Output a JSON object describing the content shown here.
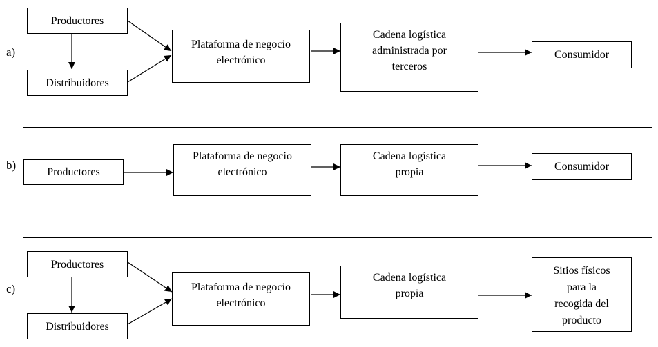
{
  "panel_a": {
    "label": "a)",
    "producers": "Productores",
    "distributors": "Distribuidores",
    "platform": [
      "Plataforma de negocio",
      "electrónico"
    ],
    "logistics": [
      "Cadena logística",
      "administrada por",
      "terceros"
    ],
    "destination": "Consumidor"
  },
  "panel_b": {
    "label": "b)",
    "producers": "Productores",
    "platform": [
      "Plataforma de negocio",
      "electrónico"
    ],
    "logistics": [
      "Cadena logística",
      "propia"
    ],
    "destination": "Consumidor"
  },
  "panel_c": {
    "label": "c)",
    "producers": "Productores",
    "distributors": "Distribuidores",
    "platform": [
      "Plataforma de negocio",
      "electrónico"
    ],
    "logistics": [
      "Cadena logística",
      "propia"
    ],
    "destination": [
      "Sitios físicos",
      "para la",
      "recogida del",
      "producto"
    ]
  }
}
